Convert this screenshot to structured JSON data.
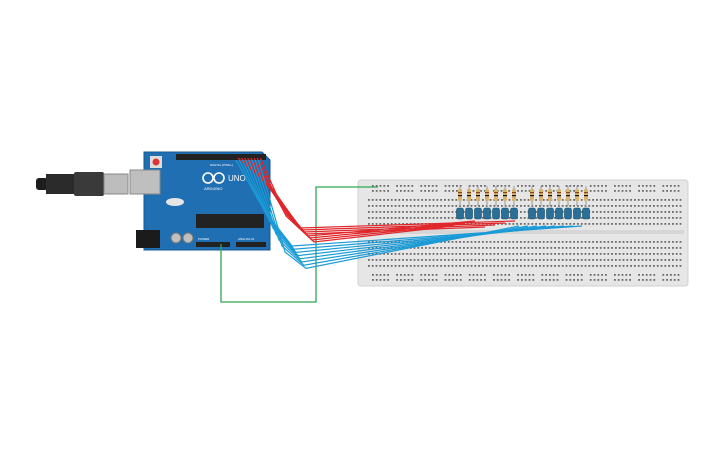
{
  "board": {
    "logo_text": "UNO",
    "brand_text": "ARDUINO",
    "power_header_text": "POWER",
    "analog_header_text": "ANALOG IN",
    "digital_header_text": "DIGITAL (PWM~)"
  },
  "components": {
    "resistor_count": 14,
    "led_count": 14
  },
  "colors": {
    "board": "#1f6fb2",
    "board_dark": "#155a95",
    "breadboard": "#e6e6e6",
    "breadboard_hole": "#6b6b6b",
    "wire_red": "#e0262a",
    "wire_blue": "#1a9bd7",
    "wire_green": "#2fa84f",
    "usb_cable": "#1d1d1d",
    "led_body": "#2a6f97",
    "resistor_body": "#d9b36a"
  }
}
